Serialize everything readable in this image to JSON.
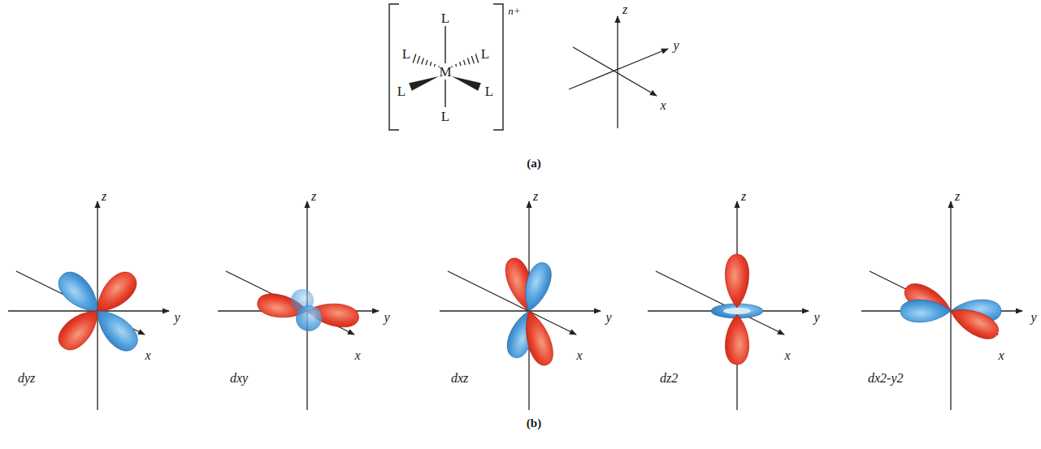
{
  "diagram": {
    "labels": [
      "n+",
      "L",
      "L",
      "L",
      "L",
      "L",
      "L",
      "M",
      "z",
      "y",
      "x",
      "(a)",
      "z",
      "y",
      "x",
      "dyz",
      "z",
      "y",
      "x",
      "dxy",
      "z",
      "y",
      "x",
      "dxz",
      "z",
      "y",
      "x",
      "dz2",
      "z",
      "y",
      "x",
      "dx2-y2",
      "(b)"
    ]
  }
}
